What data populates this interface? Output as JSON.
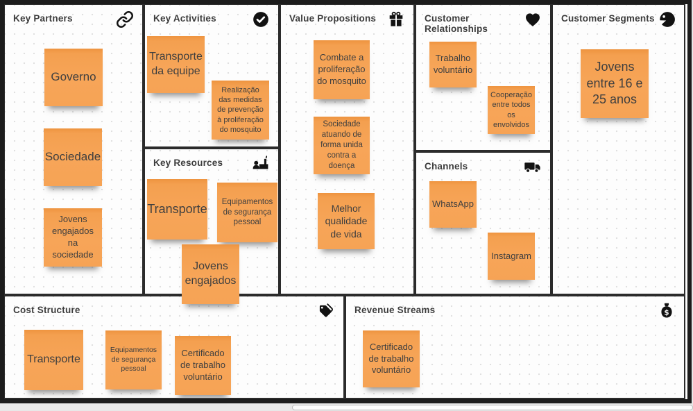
{
  "app": {
    "name": "Business Model Canvas board"
  },
  "colors": {
    "note_orange": "#f7a558",
    "note_edge": "#ee9440",
    "board_border": "#1c1c1c",
    "section_border": "#2b2b2b",
    "header_text": "#3c3c3c",
    "page_background": "#e8e8e8"
  },
  "sections": {
    "key_partners": {
      "title": "Key Partners",
      "icon": "link-icon",
      "notes": [
        "Governo",
        "Sociedade",
        "Jovens engajados na sociedade"
      ]
    },
    "key_activities": {
      "title": "Key Activities",
      "icon": "check-icon",
      "notes": [
        "Transporte da equipe",
        "Realização das medidas de prevenção à proliferação do mosquito"
      ]
    },
    "key_resources": {
      "title": "Key Resources",
      "icon": "people-factory-icon",
      "notes": [
        "Transporte",
        "Equipamentos de segurança pessoal",
        "Jovens engajados"
      ]
    },
    "value_propositions": {
      "title": "Value Propositions",
      "icon": "gift-icon",
      "notes": [
        "Combate a proliferação do mosquito",
        "Sociedade atuando de forma unida contra a doença",
        "Melhor qualidade de vida"
      ]
    },
    "customer_relationships": {
      "title": "Customer Relationships",
      "icon": "heart-icon",
      "notes": [
        "Trabalho voluntário",
        "Cooperação entre todos os envolvidos"
      ]
    },
    "channels": {
      "title": "Channels",
      "icon": "truck-icon",
      "notes": [
        "WhatsApp",
        "Instagram"
      ]
    },
    "customer_segments": {
      "title": "Customer Segments",
      "icon": "person-face-icon",
      "notes": [
        "Jovens entre 16 e 25 anos"
      ]
    },
    "cost_structure": {
      "title": "Cost Structure",
      "icon": "price-tags-icon",
      "notes": [
        "Transporte",
        "Equipamentos de segurança pessoal",
        "Certificado de trabalho voluntário"
      ]
    },
    "revenue_streams": {
      "title": "Revenue Streams",
      "icon": "money-bag-icon",
      "notes": [
        "Certificado de trabalho voluntário"
      ]
    }
  }
}
